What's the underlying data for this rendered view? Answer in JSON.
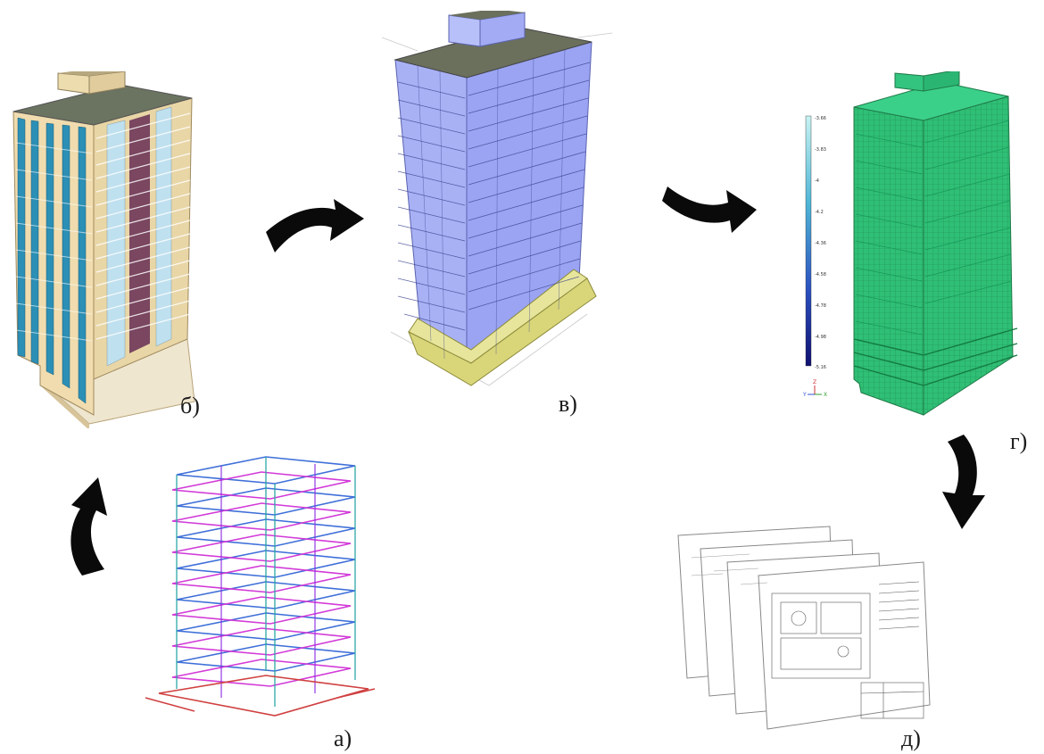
{
  "captions": {
    "a": "а)",
    "b": "б)",
    "v": "в)",
    "g": "г)",
    "d": "д)"
  },
  "legend": {
    "ticks": [
      "-3.66",
      "-3.83",
      "-4",
      "-4.2",
      "-4.36",
      "-4.58",
      "-4.78",
      "-4.98",
      "-5.16"
    ],
    "axis_letters": [
      "Y",
      "Z",
      "X"
    ]
  },
  "colors": {
    "arrow": "#0a0a0a",
    "architectural_wall": "#f0dcae",
    "architectural_glass": "#2c8fb5",
    "analytical_frame": "#9aa4f2",
    "analytical_slab": "#6b705d",
    "fem_mesh": "#2fbf75",
    "wireframe_magenta": "#d23ad8",
    "wireframe_blue": "#3e6fd8",
    "scale_dark": "#101070",
    "scale_light": "#c8f3f2"
  },
  "icons": [
    "curved-arrow-icon",
    "curved-arrow-icon",
    "curved-arrow-icon",
    "curved-arrow-icon"
  ]
}
